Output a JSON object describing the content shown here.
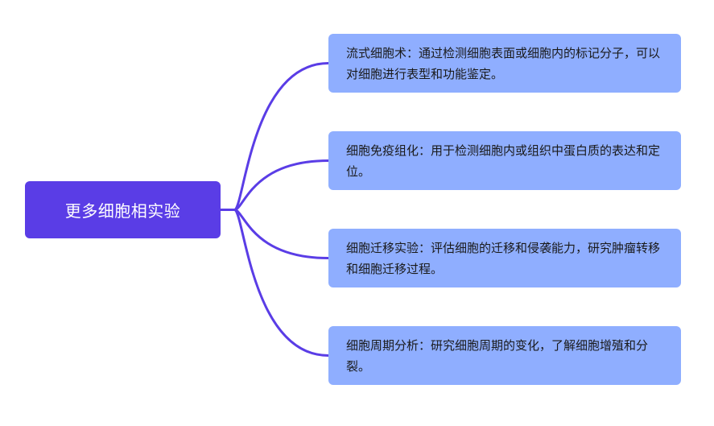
{
  "diagram": {
    "type": "mind-map",
    "colors": {
      "root_fill": "#5a3de6",
      "root_text": "#ffffff",
      "child_fill": "#8faeff",
      "child_text": "#1a1a1a",
      "connector": "#5a3de6"
    },
    "root": {
      "label": "更多细胞相实验"
    },
    "children": [
      {
        "text": "流式细胞术：通过检测细胞表面或细胞内的标记分子，可以对细胞进行表型和功能鉴定。"
      },
      {
        "text": "细胞免疫组化：用于检测细胞内或组织中蛋白质的表达和定位。"
      },
      {
        "text": "细胞迁移实验：评估细胞的迁移和侵袭能力，研究肿瘤转移和细胞迁移过程。"
      },
      {
        "text": "细胞周期分析：研究细胞周期的变化，了解细胞增殖和分裂。"
      }
    ]
  }
}
